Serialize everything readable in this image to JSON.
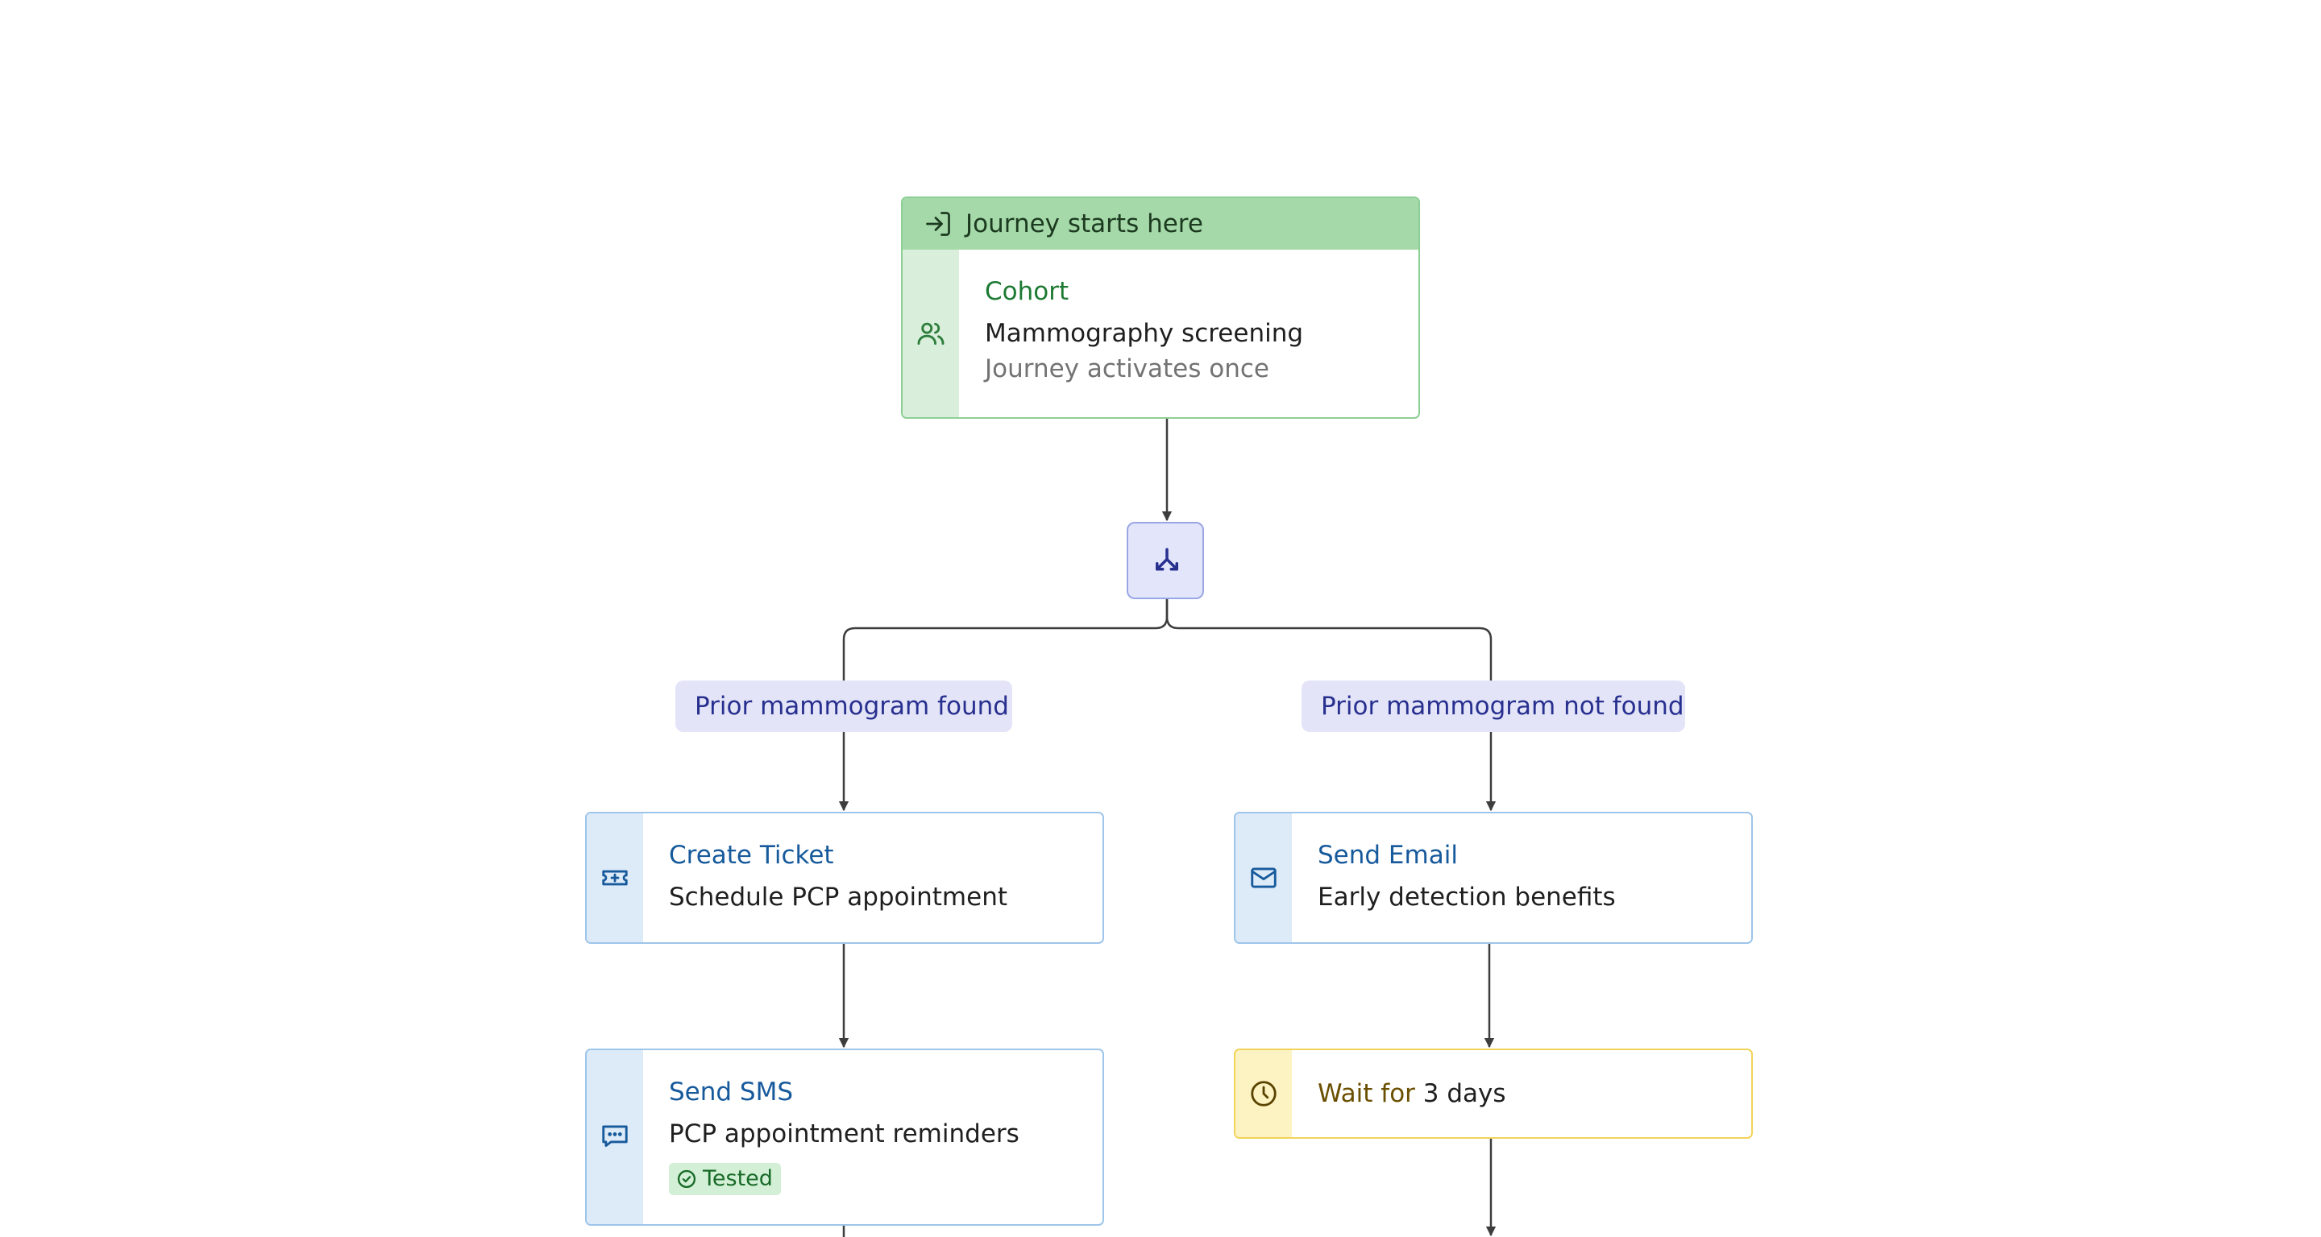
{
  "start": {
    "header": "Journey starts here",
    "type": "Cohort",
    "name": "Mammography screening",
    "note": "Journey activates once",
    "icons": [
      "sign-in-icon",
      "users-icon"
    ]
  },
  "split": {
    "icon": "split-arrows-icon"
  },
  "branches": {
    "left_label": "Prior mammogram found",
    "right_label": "Prior mammogram not found"
  },
  "ticket": {
    "type": "Create Ticket",
    "detail": "Schedule PCP appointment",
    "icon": "ticket-icon"
  },
  "email": {
    "type": "Send Email",
    "detail": "Early detection benefits",
    "icon": "mail-icon"
  },
  "sms": {
    "type": "Send SMS",
    "detail": "PCP appointment reminders",
    "badge": "Tested",
    "icon": "message-icon"
  },
  "wait": {
    "label": "Wait for",
    "duration": "3 days",
    "icon": "clock-icon"
  },
  "colors": {
    "connector": "#3d3d3d",
    "start_green": "#a5d9a9",
    "action_blue": "#175a9c",
    "split_indigo": "#28308f",
    "wait_yellow": "#f1d35a"
  }
}
